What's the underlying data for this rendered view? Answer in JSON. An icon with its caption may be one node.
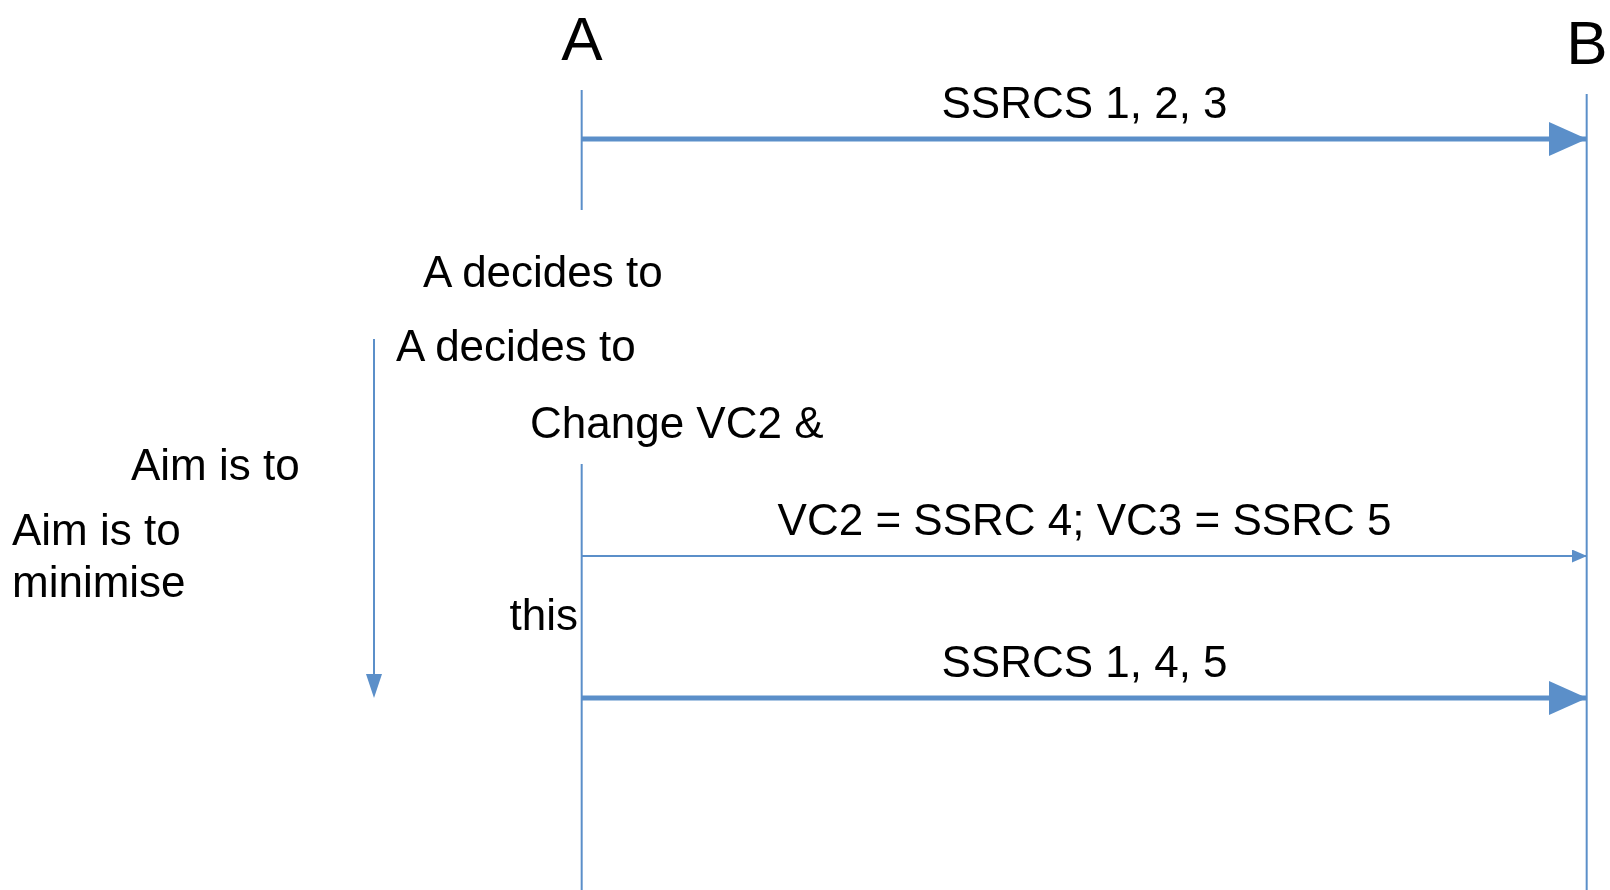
{
  "diagram": {
    "nodes": [
      {
        "text": [
          "A"
        ]
      },
      {
        "text": [
          "B"
        ]
      }
    ],
    "edges": [
      {
        "from": 0,
        "to": 1,
        "arrow": "to",
        "label": "SSRCS 1, 2, 3"
      },
      {
        "from": 0,
        "to": 1,
        "arrow": "to",
        "label": "VC2 = SSRC 4; VC3 = SSRC 5"
      },
      {
        "from": 0,
        "to": 1,
        "arrow": "to",
        "label": "SSRCS 1, 4, 5"
      }
    ],
    "labels": [
      "A decides to",
      "A decides to",
      "Change VC2 &",
      "Aim is to",
      "Aim is to",
      "minimise",
      "this"
    ]
  }
}
